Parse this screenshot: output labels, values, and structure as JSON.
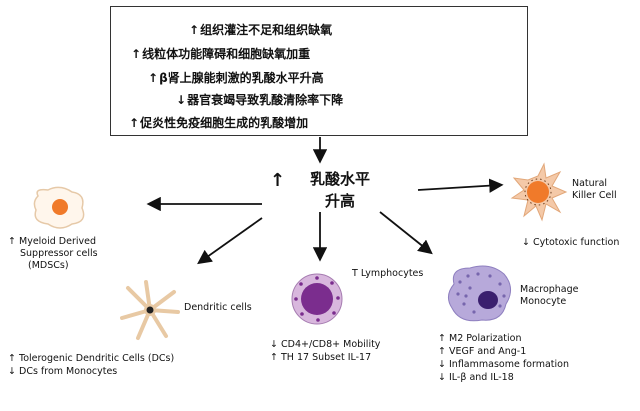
{
  "causes": [
    {
      "arrow": "↑",
      "text": "组织灌注不足和组织缺氧"
    },
    {
      "arrow": "↑",
      "text": "线粒体功能障碍和细胞缺氧加重"
    },
    {
      "arrow": "↑",
      "text": "β肾上腺能刺激的乳酸水平升高"
    },
    {
      "arrow": "↓",
      "text": "器官衰竭导致乳酸清除率下降"
    },
    {
      "arrow": "↑",
      "text": "促炎性免疫细胞生成的乳酸增加"
    }
  ],
  "center": {
    "arrow": "↑",
    "line1": "乳酸水平",
    "line2": "升高"
  },
  "mdsc": {
    "label1": "Myeloid Derived",
    "label2": "Suppressor cells",
    "label3": "(MDSCs)",
    "arrow": "↑"
  },
  "nk": {
    "label1": "Natural",
    "label2": "Killer Cell",
    "effect_arrow": "↓",
    "effect": "Cytotoxic function"
  },
  "dendritic": {
    "label": "Dendritic cells",
    "effects": [
      {
        "arrow": "↑",
        "text": "Tolerogenic Dendritic Cells (DCs)"
      },
      {
        "arrow": "↓",
        "text": "DCs from Monocytes"
      }
    ]
  },
  "tcell": {
    "label": "T Lymphocytes",
    "effects": [
      {
        "arrow": "↓",
        "text": "CD4+/CD8+ Mobility"
      },
      {
        "arrow": "↑",
        "text": "TH 17 Subset  IL-17"
      }
    ]
  },
  "macrophage": {
    "label1": "Macrophage",
    "label2": "Monocyte",
    "effects": [
      {
        "arrow": "↑",
        "text": "M2 Polarization"
      },
      {
        "arrow": "↑",
        "text": "VEGF and Ang-1"
      },
      {
        "arrow": "↓",
        "text": "Inflammasome formation"
      },
      {
        "arrow": "↓",
        "text": "IL-β and IL-18"
      }
    ]
  },
  "colors": {
    "orange": "#f07a2a",
    "purple": "#7b2d8e",
    "lavender": "#b7a9da",
    "nk_body": "#f4c9a8"
  }
}
